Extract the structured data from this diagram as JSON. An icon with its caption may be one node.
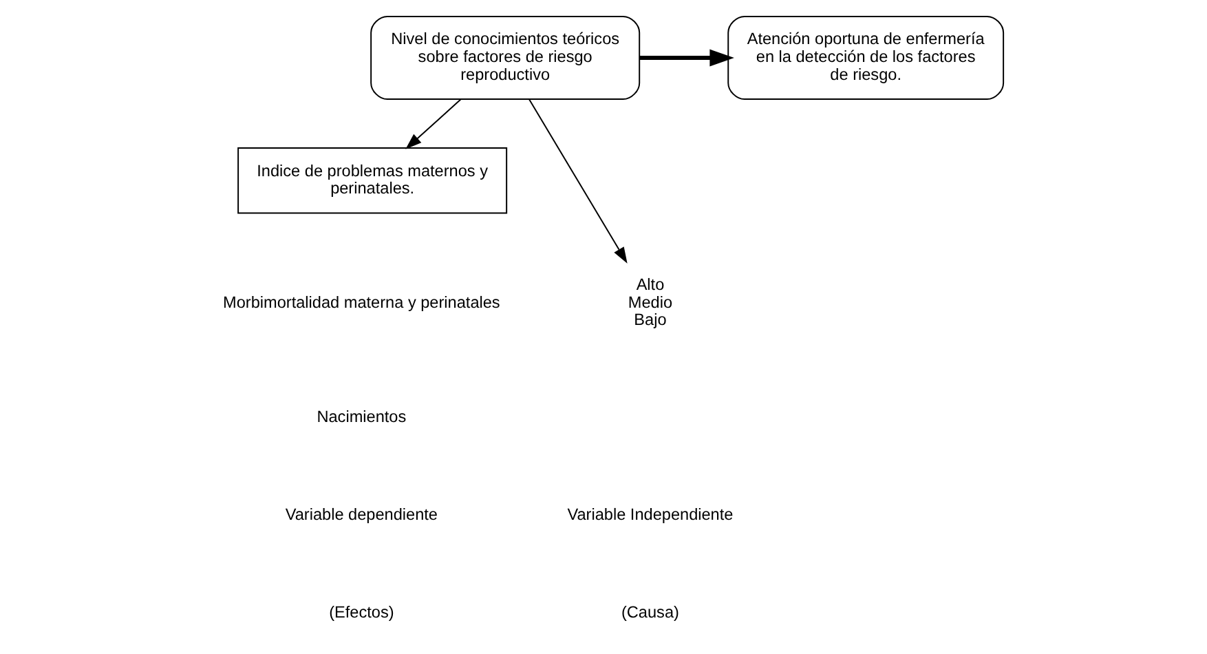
{
  "diagram": {
    "nodes": [
      {
        "text": [
          "Nivel de conocimientos teóricos sobre factores de riesgo reproductivo"
        ]
      },
      {
        "text": [
          "Atención oportuna de enfermería en la detección de los factores de riesgo."
        ]
      },
      {
        "text": [
          "Indice de problemas maternos y perinatales."
        ]
      },
      {
        "text": [
          "Alto Medio Bajo"
        ]
      }
    ],
    "edges": [
      {
        "from": 0,
        "to": 1,
        "arrow": "to",
        "style": "thick"
      },
      {
        "from": 0,
        "to": 3,
        "arrow": "to"
      },
      {
        "from": 0,
        "to": 2,
        "arrow": "to"
      }
    ],
    "labels": [
      "Morbimortalidad materna y perinatales",
      "Nacimientos",
      "Variable Independiente",
      "Variable dependiente",
      "(Causa)",
      "(Efectos)"
    ]
  }
}
